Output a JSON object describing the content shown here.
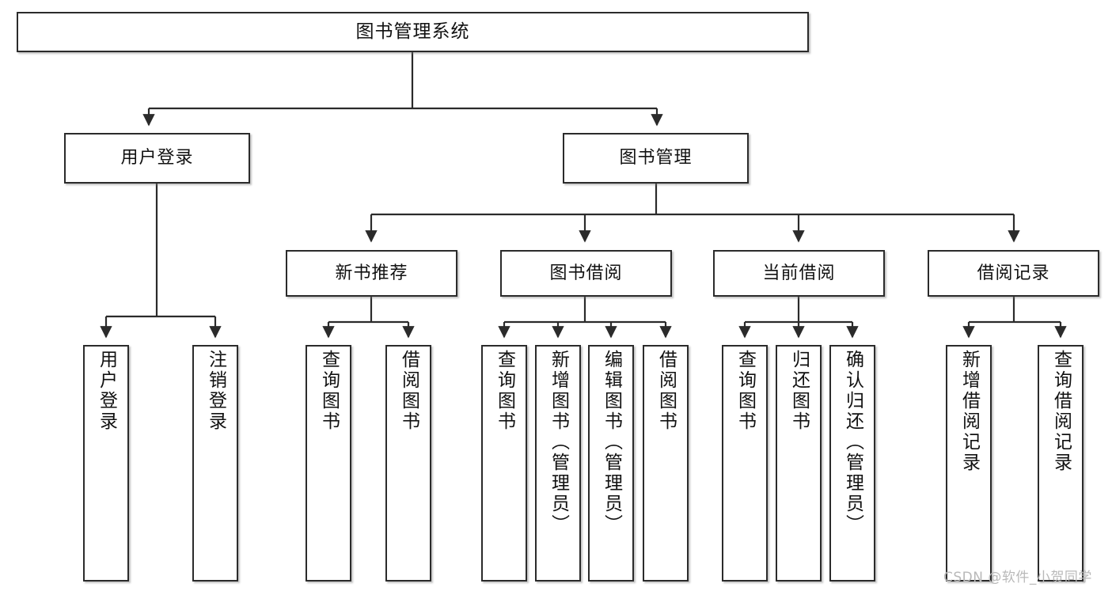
{
  "diagram": {
    "title": "图书管理系统",
    "type": "tree-hierarchy",
    "stroke_color": "#2b2b2b",
    "fill_color": "#ffffff",
    "text_color": "#111111",
    "watermark": "CSDN @软件_小贺同学",
    "nodes": {
      "root": {
        "label": "图书管理系统"
      },
      "l1": {
        "user_login": {
          "label": "用户登录"
        },
        "book_manage": {
          "label": "图书管理"
        }
      },
      "l2": {
        "new_book_rec": {
          "label": "新书推荐"
        },
        "book_borrow": {
          "label": "图书借阅"
        },
        "current_borrow": {
          "label": "当前借阅"
        },
        "borrow_record": {
          "label": "借阅记录"
        }
      },
      "leaves": {
        "user_login_1": {
          "label": "用户登录"
        },
        "user_login_2": {
          "label": "注销登录"
        },
        "new_book_1": {
          "label": "查询图书"
        },
        "new_book_2": {
          "label": "借阅图书"
        },
        "borrow_1": {
          "label": "查询图书"
        },
        "borrow_2": {
          "label": "新增图书（管理员）"
        },
        "borrow_3": {
          "label": "编辑图书（管理员）"
        },
        "borrow_4": {
          "label": "借阅图书"
        },
        "current_1": {
          "label": "查询图书"
        },
        "current_2": {
          "label": "归还图书"
        },
        "current_3": {
          "label": "确认归还（管理员）"
        },
        "record_1": {
          "label": "新增借阅记录"
        },
        "record_2": {
          "label": "查询借阅记录"
        }
      }
    }
  }
}
